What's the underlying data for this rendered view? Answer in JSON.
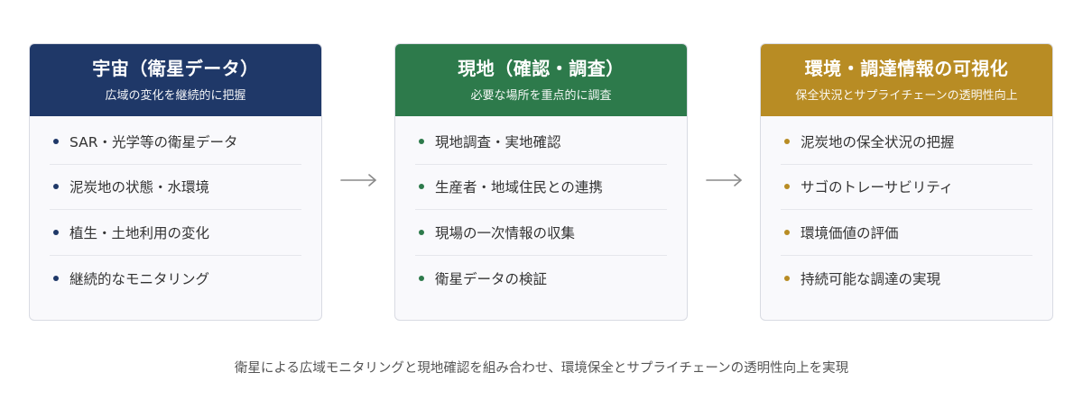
{
  "colors": {
    "space": "#1f3868",
    "field": "#2d7a4b",
    "visual": "#b88c24"
  },
  "cards": [
    {
      "title": "宇宙（衛星データ）",
      "subtitle": "広域の変化を継続的に把握",
      "items": [
        "SAR・光学等の衛星データ",
        "泥炭地の状態・水環境",
        "植生・土地利用の変化",
        "継続的なモニタリング"
      ]
    },
    {
      "title": "現地（確認・調査）",
      "subtitle": "必要な場所を重点的に調査",
      "items": [
        "現地調査・実地確認",
        "生産者・地域住民との連携",
        "現場の一次情報の収集",
        "衛星データの検証"
      ]
    },
    {
      "title": "環境・調達情報の可視化",
      "subtitle": "保全状況とサプライチェーンの透明性向上",
      "items": [
        "泥炭地の保全状況の把握",
        "サゴのトレーサビリティ",
        "環境価値の評価",
        "持続可能な調達の実現"
      ]
    }
  ],
  "arrow_icon": "long-right-arrow",
  "footer": "衛星による広域モニタリングと現地確認を組み合わせ、環境保全とサプライチェーンの透明性向上を実現"
}
